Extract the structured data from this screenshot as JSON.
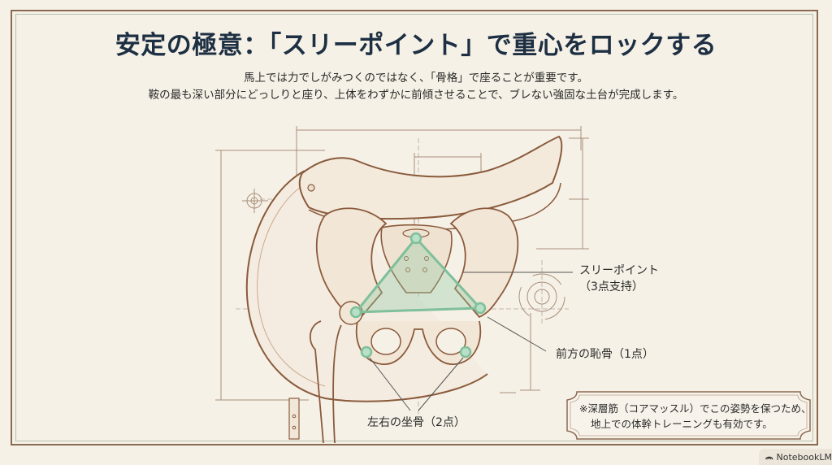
{
  "title": "安定の極意：「スリーポイント」で重心をロックする",
  "subtitle": {
    "line1": "馬上では力でしがみつくのではなく、「骨格」で座ることが重要です。",
    "line2": "鞍の最も深い部分にどっしりと座り、上体をわずかに前傾させることで、ブレない強固な土台が完成します。"
  },
  "diagram": {
    "description": "Saddle with pelvis skeleton illustration; green triangle connecting three support points",
    "labels": {
      "three_point": "スリーポイント",
      "three_point_sub": "（3点支持）",
      "pubis": "前方の恥骨（1点）",
      "ischium": "左右の坐骨（2点）"
    },
    "accent_color": "#7fbf9a",
    "line_color": "#8a5a3c"
  },
  "note": {
    "line1": "※深層筋（コアマッスル）でこの姿勢を保つため、",
    "line2": "地上での体幹トレーニングも有効です。"
  },
  "badge": {
    "icon": "notebooklm-icon",
    "label": "NotebookLM"
  },
  "colors": {
    "background": "#f6f1e6",
    "title": "#1d2f43",
    "frame": "#8a6a52",
    "green": "#7fbf9a"
  }
}
